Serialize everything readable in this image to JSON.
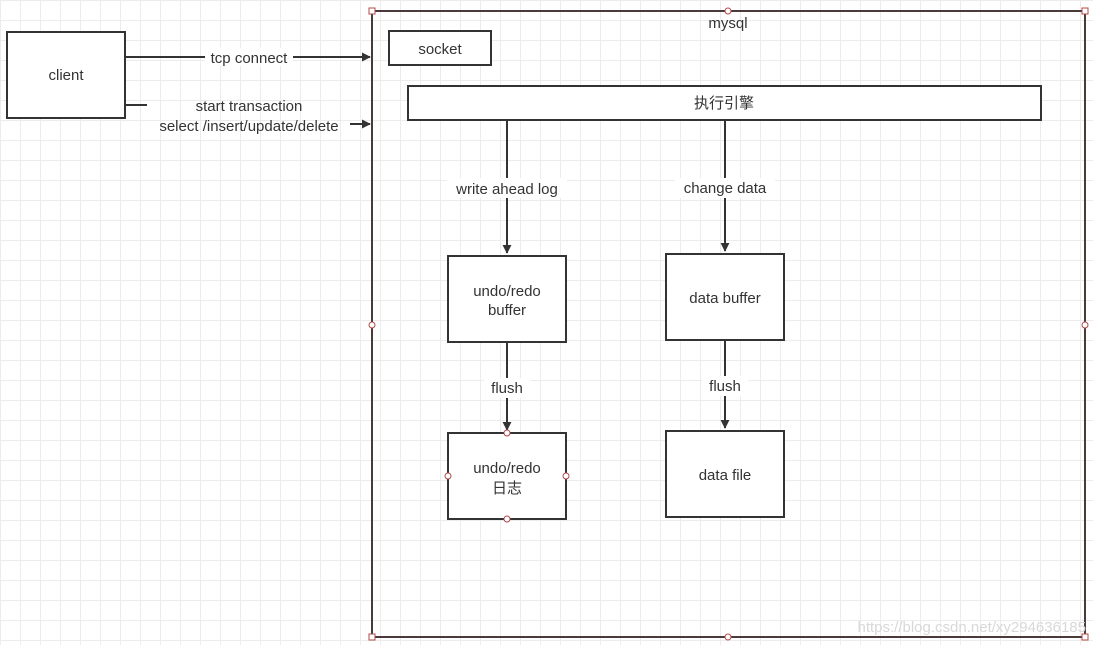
{
  "client": {
    "label": "client"
  },
  "connections": {
    "tcp": "tcp connect",
    "tx_line1": "start transaction",
    "tx_line2": "select /insert/update/delete"
  },
  "mysql": {
    "title": "mysql",
    "socket": "socket",
    "engine": "执行引擎",
    "left": {
      "edge1": "write ahead log",
      "buffer_line1": "undo/redo",
      "buffer_line2": "buffer",
      "edge2": "flush",
      "log_line1": "undo/redo",
      "log_line2": "日志"
    },
    "right": {
      "edge1": "change data",
      "buffer": "data buffer",
      "edge2": "flush",
      "file": "data file"
    }
  },
  "watermark": "https://blog.csdn.net/xy294636185",
  "colors": {
    "container_border": "#4a3a3a",
    "stroke": "#333333",
    "handle": "#b04a4a"
  }
}
